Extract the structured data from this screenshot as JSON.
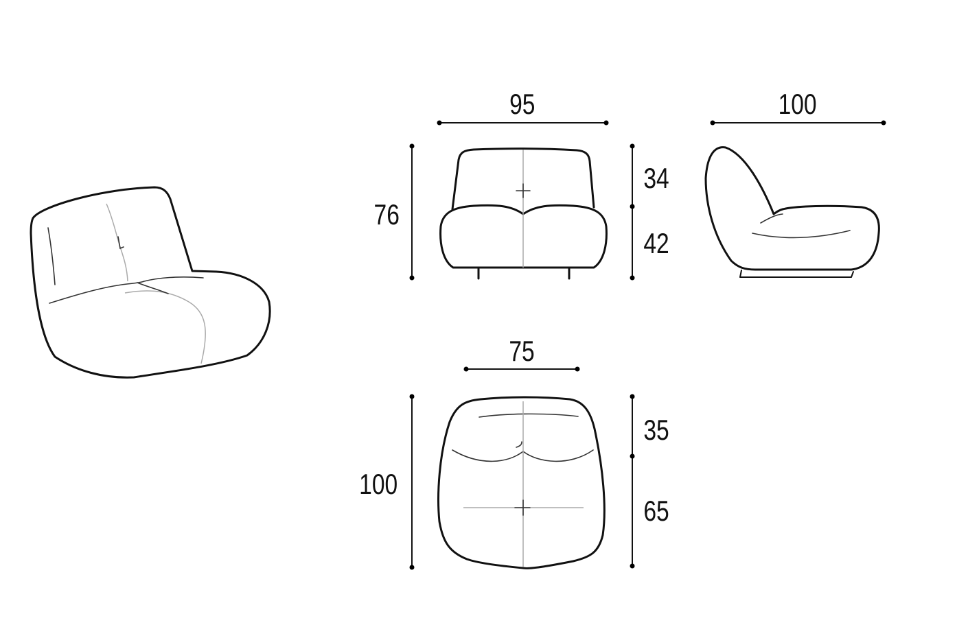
{
  "front_view": {
    "width": "95",
    "height": "76",
    "back_height": "34",
    "seat_height": "42"
  },
  "side_view": {
    "depth": "100"
  },
  "top_view": {
    "width": "75",
    "depth": "100",
    "back_depth": "35",
    "seat_depth": "65"
  },
  "colors": {
    "line": "#111111",
    "guide": "#aaaaaa",
    "background": "#ffffff"
  }
}
